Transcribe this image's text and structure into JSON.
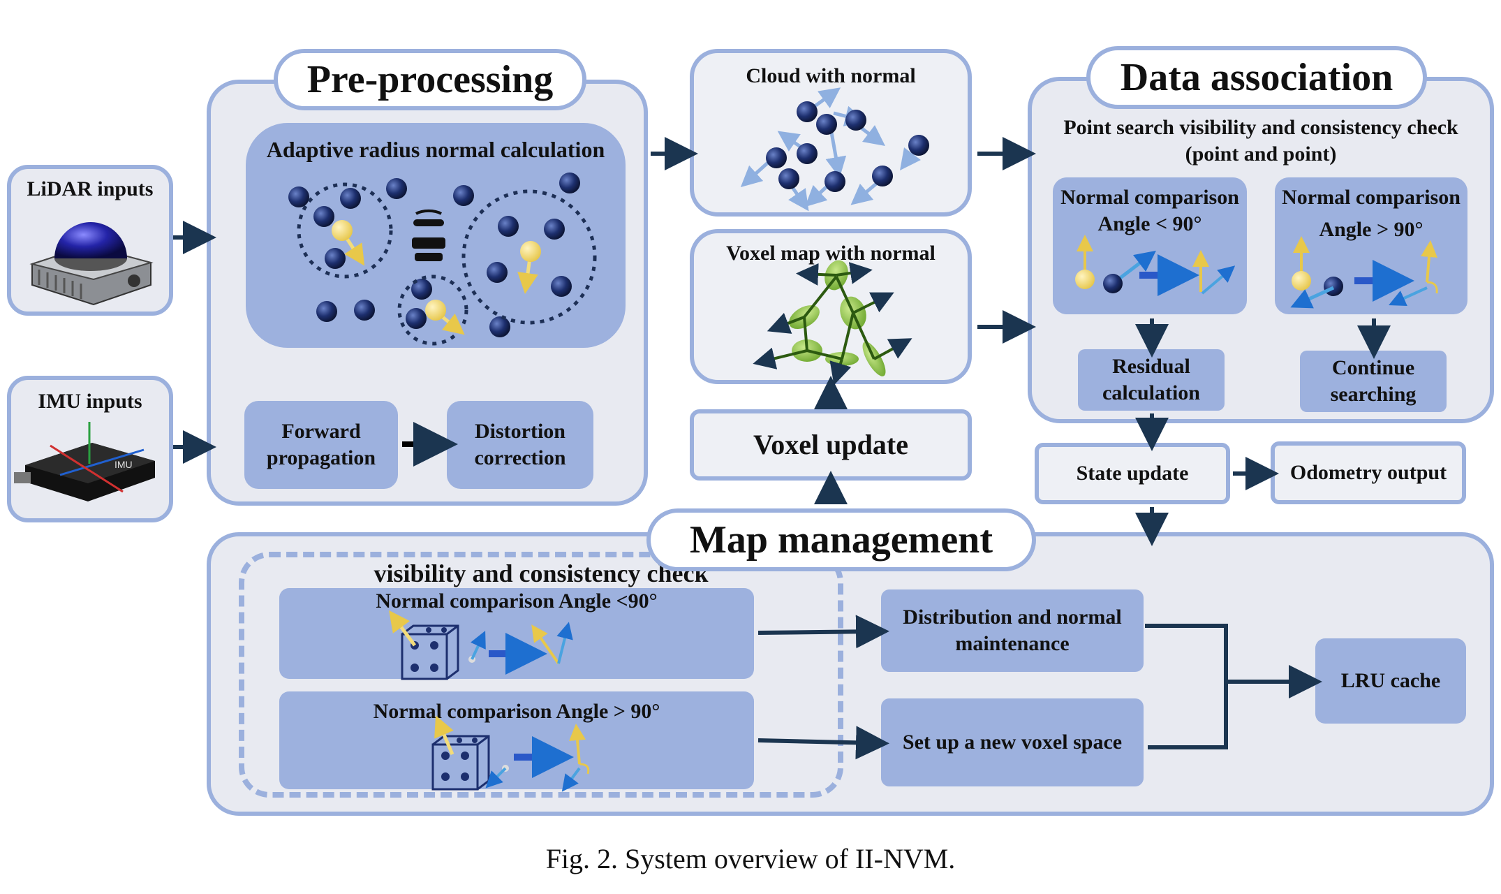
{
  "inputs": {
    "lidar": "LiDAR inputs",
    "imu": "IMU inputs",
    "imu_device_label": "IMU"
  },
  "preprocessing": {
    "title": "Pre-processing",
    "normal_calc": "Adaptive radius normal calculation",
    "forward": "Forward propagation",
    "distortion": "Distortion correction"
  },
  "map_center": {
    "cloud": "Cloud with normal",
    "voxel_map": "Voxel map with normal",
    "voxel_update": "Voxel update"
  },
  "data_association": {
    "title": "Data association",
    "subtitle_line1": "Point search visibility and consistency check",
    "subtitle_line2": "(point and point)",
    "cmp_lt_title": "Normal comparison",
    "cmp_lt_angle": "Angle < 90°",
    "cmp_gt_title": "Normal comparison",
    "cmp_gt_angle": "Angle > 90°",
    "residual": "Residual calculation",
    "continue": "Continue searching",
    "state_update": "State update",
    "odometry": "Odometry output"
  },
  "map_management": {
    "title": "Map management",
    "check_title": "visibility and consistency check",
    "cmp_lt": "Normal comparison Angle <90°",
    "cmp_gt": "Normal comparison Angle > 90°",
    "distribution": "Distribution and normal maintenance",
    "new_voxel": "Set up a new voxel space",
    "lru": "LRU cache"
  },
  "caption": "Fig. 2. System overview of II-NVM.",
  "colors": {
    "panel_border": "#9bb0dd",
    "panel_fill": "#e8eaf1",
    "tile_fill": "#9db1de",
    "arrow": "#1b3550",
    "normal_yellow": "#f3dc7a",
    "normal_blue": "#4aa3e0",
    "voxel_green": "#8fc34a"
  }
}
